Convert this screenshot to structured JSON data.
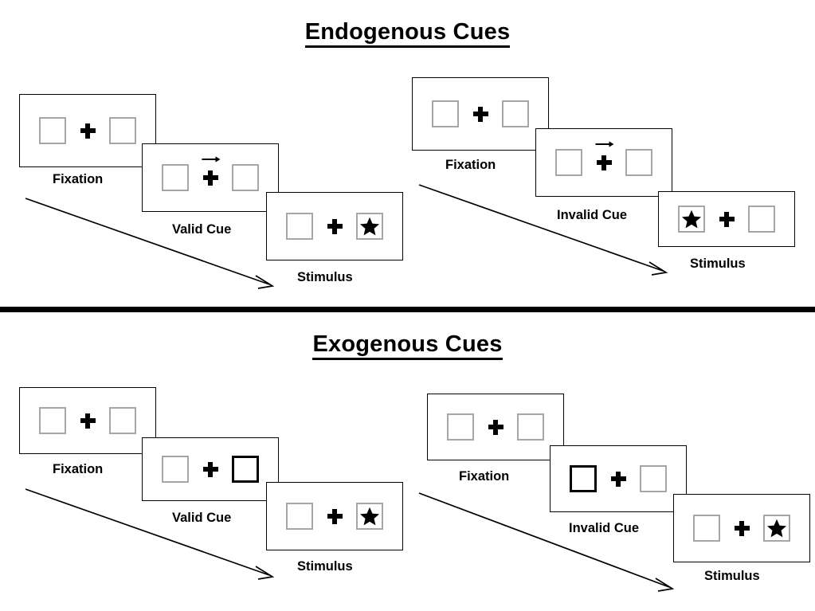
{
  "figure": {
    "title_endogenous": "Endogenous Cues",
    "title_exogenous": "Exogenous Cues"
  },
  "labels": {
    "fixation": "Fixation",
    "valid_cue": "Valid Cue",
    "invalid_cue": "Invalid Cue",
    "stimulus": "Stimulus"
  },
  "colors": {
    "box_border": "#a6a6a6",
    "cued_box_border": "#000000",
    "panel_border": "#000000",
    "ink": "#000000",
    "background": "#ffffff"
  },
  "icons": {
    "fixation_cross": "plus-icon",
    "arrow_cue": "arrow-right-icon",
    "target": "star-icon",
    "time": "time-arrow-icon"
  },
  "sections": [
    {
      "id": "endogenous",
      "title": "Endogenous Cues",
      "cue_type": "central-arrow",
      "sequences": [
        {
          "id": "endogenous-valid",
          "validity": "valid",
          "cue_label": "Valid Cue",
          "frames": [
            {
              "name": "fixation",
              "label": "Fixation",
              "left_box": "empty",
              "right_box": "empty",
              "center": "plus",
              "cue_direction": "none"
            },
            {
              "name": "cue",
              "label": "Valid Cue",
              "left_box": "empty",
              "right_box": "empty",
              "center": "plus-with-arrow",
              "cue_direction": "right"
            },
            {
              "name": "stimulus",
              "label": "Stimulus",
              "left_box": "empty",
              "right_box": "star",
              "center": "plus",
              "cue_direction": "none"
            }
          ]
        },
        {
          "id": "endogenous-invalid",
          "validity": "invalid",
          "cue_label": "Invalid Cue",
          "frames": [
            {
              "name": "fixation",
              "label": "Fixation",
              "left_box": "empty",
              "right_box": "empty",
              "center": "plus",
              "cue_direction": "none"
            },
            {
              "name": "cue",
              "label": "Invalid Cue",
              "left_box": "empty",
              "right_box": "empty",
              "center": "plus-with-arrow",
              "cue_direction": "right"
            },
            {
              "name": "stimulus",
              "label": "Stimulus",
              "left_box": "star",
              "right_box": "empty",
              "center": "plus",
              "cue_direction": "none"
            }
          ]
        }
      ]
    },
    {
      "id": "exogenous",
      "title": "Exogenous Cues",
      "cue_type": "peripheral-box-flash",
      "sequences": [
        {
          "id": "exogenous-valid",
          "validity": "valid",
          "cue_label": "Valid Cue",
          "frames": [
            {
              "name": "fixation",
              "label": "Fixation",
              "left_box": "empty",
              "right_box": "empty",
              "center": "plus",
              "cue_direction": "none"
            },
            {
              "name": "cue",
              "label": "Valid Cue",
              "left_box": "empty",
              "right_box": "cued",
              "center": "plus",
              "cue_direction": "right"
            },
            {
              "name": "stimulus",
              "label": "Stimulus",
              "left_box": "empty",
              "right_box": "star",
              "center": "plus",
              "cue_direction": "none"
            }
          ]
        },
        {
          "id": "exogenous-invalid",
          "validity": "invalid",
          "cue_label": "Invalid Cue",
          "frames": [
            {
              "name": "fixation",
              "label": "Fixation",
              "left_box": "empty",
              "right_box": "empty",
              "center": "plus",
              "cue_direction": "none"
            },
            {
              "name": "cue",
              "label": "Invalid Cue",
              "left_box": "cued",
              "right_box": "empty",
              "center": "plus",
              "cue_direction": "left"
            },
            {
              "name": "stimulus",
              "label": "Stimulus",
              "left_box": "empty",
              "right_box": "star",
              "center": "plus",
              "cue_direction": "none"
            }
          ]
        }
      ]
    }
  ]
}
